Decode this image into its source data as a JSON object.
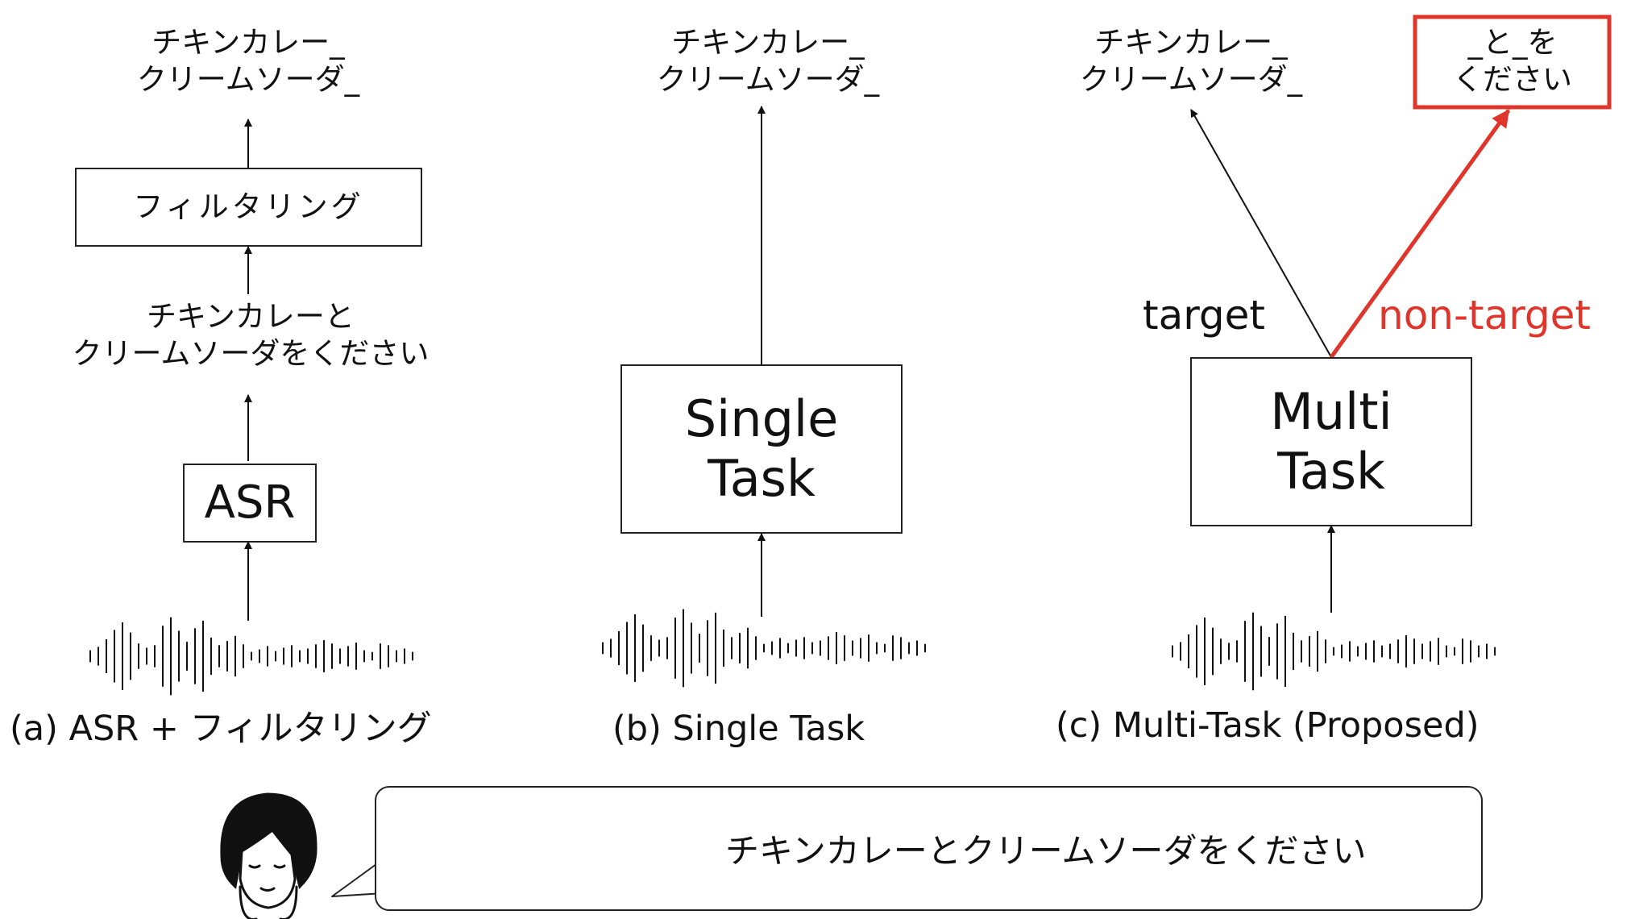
{
  "colors": {
    "accent": "#e0352b",
    "ink": "#111111"
  },
  "panel_a": {
    "output": "チキンカレー_\nクリームソーダ_",
    "filter_box": "フィルタリング",
    "transcript": "チキンカレーと\nクリームソーダをください",
    "asr_box": "ASR",
    "caption": "(a) ASR + フィルタリング"
  },
  "panel_b": {
    "output": "チキンカレー_\nクリームソーダ_",
    "model_box": "Single\nTask",
    "caption": "(b) Single Task"
  },
  "panel_c": {
    "output_target": "チキンカレー_\nクリームソーダ_",
    "output_nontarget": "_と_を\nください",
    "label_target": "target",
    "label_nontarget": "non-target",
    "model_box": "Multi\nTask",
    "caption": "(c) Multi-Task (Proposed)"
  },
  "speaker": {
    "avatar": "person-icon",
    "utterance": "チキンカレーとクリームソーダをください"
  }
}
